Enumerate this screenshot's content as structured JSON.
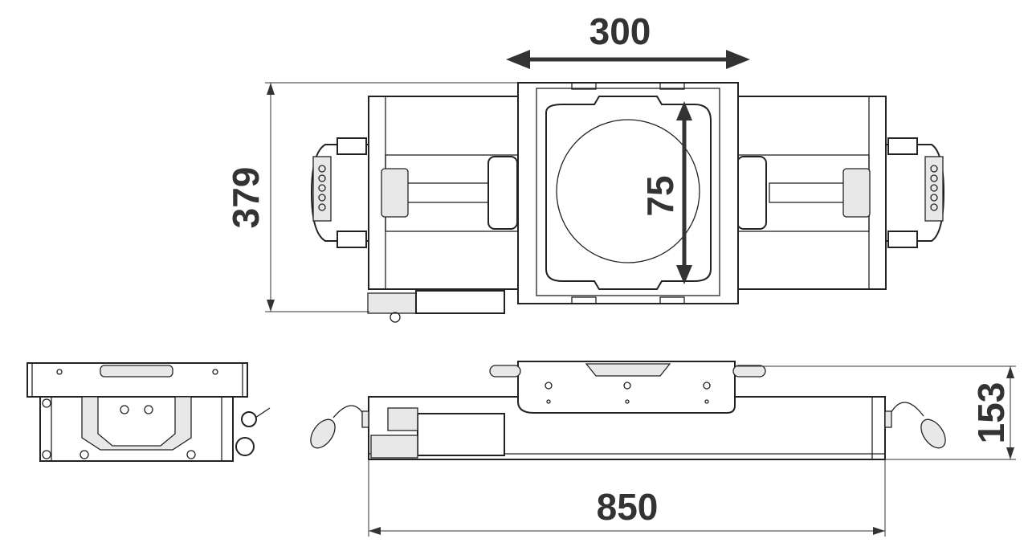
{
  "title": "Slider dimension drawing",
  "dimensions": {
    "travel_width": "300",
    "height_top_view": "379",
    "platform_travel": "75",
    "side_height": "153",
    "total_length": "850"
  },
  "colors": {
    "line": "#222222",
    "dimension": "#333333"
  }
}
